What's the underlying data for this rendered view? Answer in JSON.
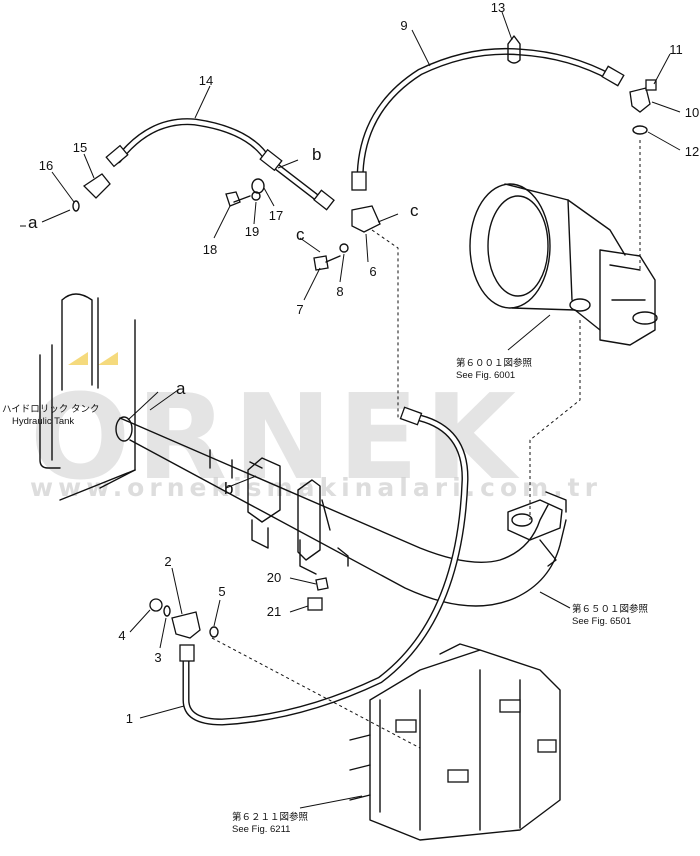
{
  "parts": [
    {
      "num": "1"
    },
    {
      "num": "2"
    },
    {
      "num": "3"
    },
    {
      "num": "4"
    },
    {
      "num": "5"
    },
    {
      "num": "6"
    },
    {
      "num": "7"
    },
    {
      "num": "8"
    },
    {
      "num": "9"
    },
    {
      "num": "10"
    },
    {
      "num": "11"
    },
    {
      "num": "12"
    },
    {
      "num": "13"
    },
    {
      "num": "14"
    },
    {
      "num": "15"
    },
    {
      "num": "16"
    },
    {
      "num": "17"
    },
    {
      "num": "18"
    },
    {
      "num": "19"
    },
    {
      "num": "20"
    },
    {
      "num": "21"
    }
  ],
  "connection_letters": {
    "a": "a",
    "b": "b",
    "c": "c"
  },
  "references": {
    "fig6001_jp": "第６００１図参照",
    "fig6001_en": "See Fig. 6001",
    "fig6501_jp": "第６５０１図参照",
    "fig6501_en": "See Fig. 6501",
    "fig6211_jp": "第６２１１図参照",
    "fig6211_en": "See Fig. 6211",
    "tank_jp": "ハイドロリック タンク",
    "tank_en": "Hydraulic Tank"
  },
  "watermark": {
    "text": "ORNEK",
    "url": "www.ornekismakinalari.com.tr",
    "accent_color": "#f2d15c"
  }
}
